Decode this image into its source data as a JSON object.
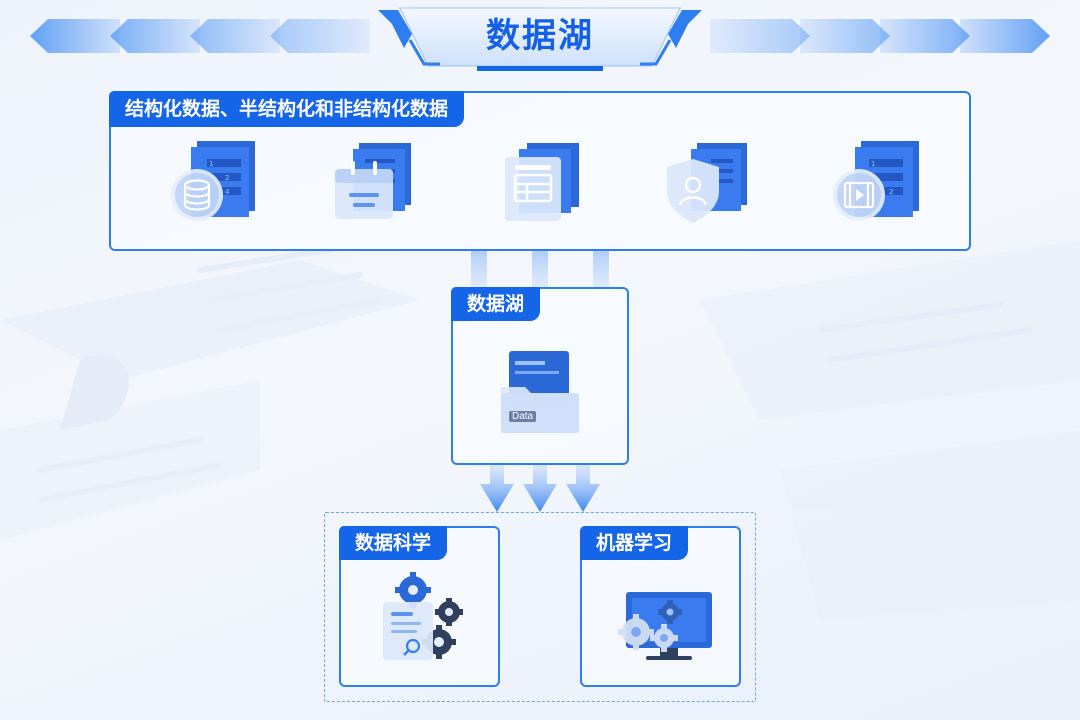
{
  "header": {
    "title": "数据湖"
  },
  "sources": {
    "label": "结构化数据、半结构化和非结构化数据",
    "icons": [
      "database-icon",
      "calendar-icon",
      "spreadsheet-icon",
      "user-shield-icon",
      "video-file-icon"
    ]
  },
  "lake": {
    "label": "数据湖",
    "chip": "Data",
    "icon": "data-folder-icon"
  },
  "outputs": [
    {
      "label": "数据科学",
      "icon": "gears-document-icon"
    },
    {
      "label": "机器学习",
      "icon": "monitor-gears-icon"
    }
  ],
  "colors": {
    "accent": "#1565e8",
    "border": "#2f7ef0",
    "flow": "#9cc2f7"
  }
}
